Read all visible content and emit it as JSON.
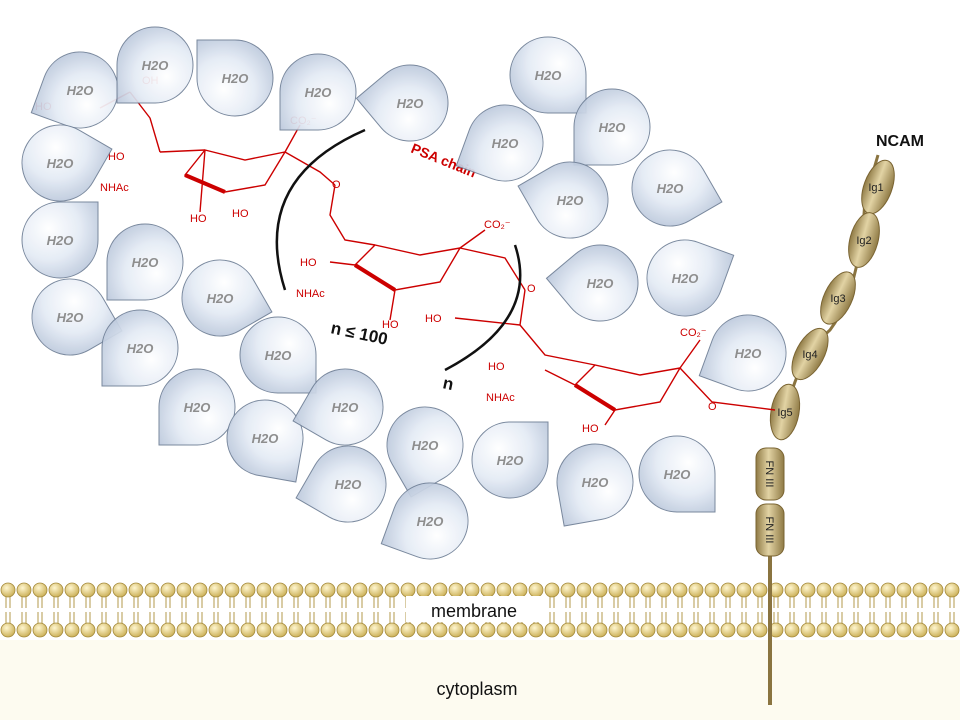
{
  "water_label": "H2O",
  "psa_label": "PSA chain",
  "repeat_top": "n ≤ 100",
  "repeat_bottom": "n",
  "ncam_label": "NCAM",
  "domains": [
    "Ig1",
    "Ig2",
    "Ig3",
    "Ig4",
    "Ig5",
    "FN III",
    "FN III"
  ],
  "membrane_label": "membrane",
  "cytoplasm_label": "cytoplasm",
  "groups": {
    "ho": "HO",
    "oh": "OH",
    "nhac": "NHAc",
    "co2": "CO₂⁻",
    "o": "O"
  },
  "colors": {
    "drop_fill": "#dde6f3",
    "drop_stroke": "#6f7f96",
    "chain_red": "#cc0000",
    "domain_fill": "#c9b07a",
    "domain_stroke": "#7a6432",
    "lipid_head": "#e3cf7f"
  }
}
